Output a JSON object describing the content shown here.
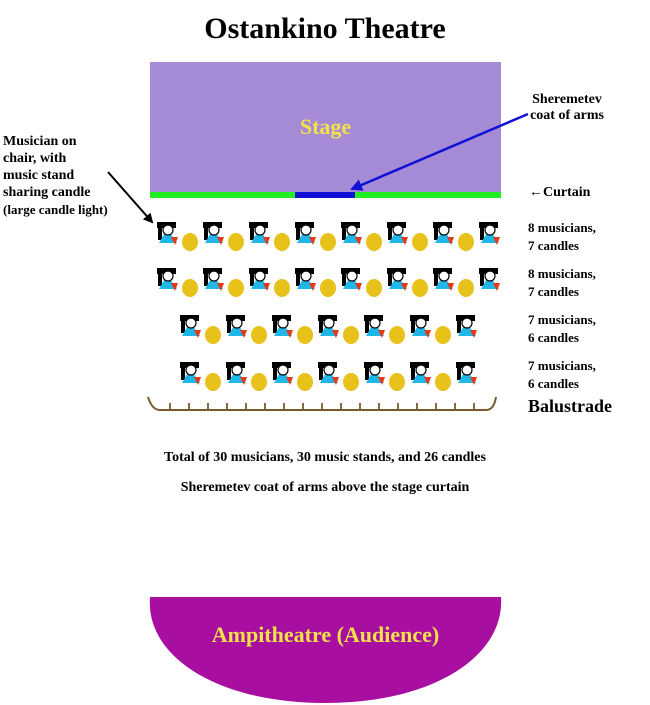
{
  "title": "Ostankino Theatre",
  "stage": {
    "label": "Stage",
    "color": "#a58ad6",
    "label_color": "#f2e24a"
  },
  "curtain": {
    "label": "Curtain",
    "color": "#22ee22"
  },
  "coat_of_arms": {
    "label_line1": "Sheremetev",
    "label_line2": "coat of arms",
    "color": "#1111d6"
  },
  "musician_callout": {
    "lines": [
      "Musician on",
      "chair, with",
      "music stand",
      "sharing candle",
      "(large candle light)"
    ]
  },
  "rows": [
    {
      "musicians": 8,
      "candles": 7,
      "label_line1": "8 musicians,",
      "label_line2": "7 candles"
    },
    {
      "musicians": 8,
      "candles": 7,
      "label_line1": "8 musicians,",
      "label_line2": "7 candles"
    },
    {
      "musicians": 7,
      "candles": 6,
      "label_line1": "7 musicians,",
      "label_line2": "6 candles"
    },
    {
      "musicians": 7,
      "candles": 6,
      "label_line1": "7 musicians,",
      "label_line2": "6 candles"
    }
  ],
  "balustrade": {
    "label": "Balustrade",
    "color": "#7a5a2a"
  },
  "notes": {
    "total": "Total of 30 musicians, 30 music stands, and 26 candles",
    "coat": "Sheremetev coat of arms above the stage curtain"
  },
  "amphitheatre": {
    "label": "Ampitheatre (Audience)",
    "color": "#a80fa0",
    "label_color": "#f2e24a"
  },
  "colors": {
    "musician_body": "#1fb6e8",
    "candle": "#e8c21a",
    "candle_wick": "#e23a1a",
    "arrow_blue": "#1111d6"
  }
}
